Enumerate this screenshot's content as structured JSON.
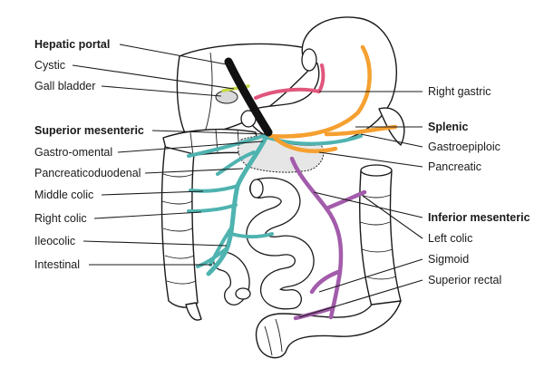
{
  "labels": {
    "hepatic_portal": "Hepatic portal",
    "cystic": "Cystic",
    "gall_bladder": "Gall bladder",
    "superior_mesenteric": "Superior mesenteric",
    "gastro_omental": "Gastro-omental",
    "pancreaticoduodenal": "Pancreaticoduodenal",
    "middle_colic": "Middle colic",
    "right_colic": "Right colic",
    "ileocolic": "Ileocolic",
    "intestinal": "Intestinal",
    "right_gastric": "Right gastric",
    "splenic": "Splenic",
    "gastroepiploic": "Gastroepiploic",
    "pancreatic": "Pancreatic",
    "inferior_mesenteric": "Inferior mesenteric",
    "left_colic": "Left colic",
    "sigmoid": "Sigmoid",
    "superior_rectal": "Superior rectal"
  },
  "colors": {
    "hepatic_portal": "#111111",
    "cystic": "#c8d94a",
    "right_gastric": "#e0567c",
    "splenic": "#f5a030",
    "superior_mesenteric": "#4fb3b0",
    "inferior_mesenteric": "#a35cab"
  }
}
